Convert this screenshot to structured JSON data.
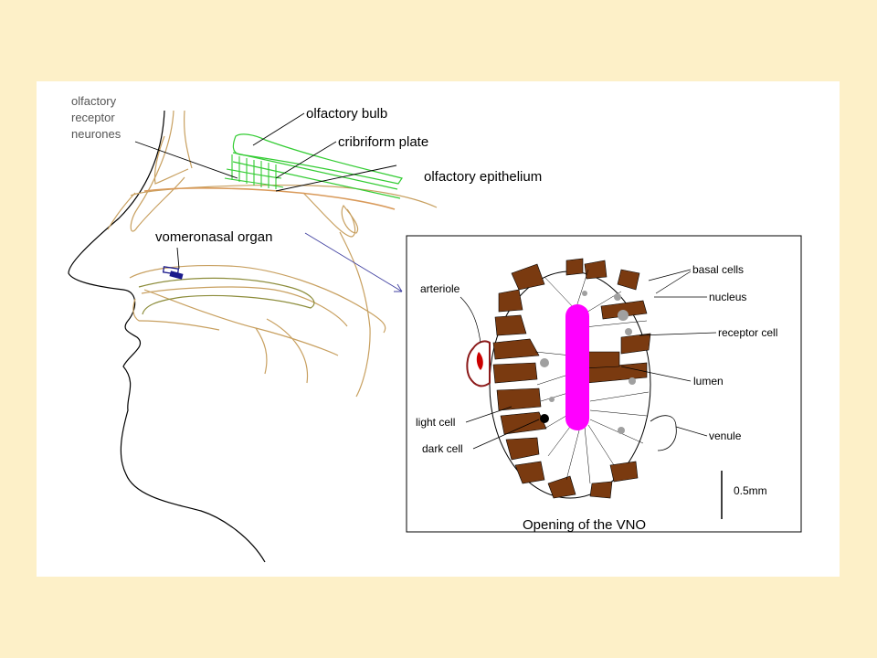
{
  "labels": {
    "olfactory_receptor_neurones": [
      "olfactory",
      "receptor",
      "neurones"
    ],
    "olfactory_bulb": "olfactory bulb",
    "cribriform_plate": "cribriform plate",
    "olfactory_epithelium": "olfactory epithelium",
    "vomeronasal_organ": "vomeronasal organ"
  },
  "inset": {
    "arteriole": "arteriole",
    "basal_cells": "basal cells",
    "nucleus": "nucleus",
    "receptor_cell": "receptor cell",
    "lumen": "lumen",
    "venule": "venule",
    "light_cell": "light cell",
    "dark_cell": "dark cell",
    "scale": "0.5mm",
    "caption": "Opening of the VNO"
  },
  "colors": {
    "page_background": "#fdf0c8",
    "slide_background": "#ffffff",
    "bone_tan": "#c8a060",
    "olfactory_green": "#33cc33",
    "lumen_magenta": "#ff00ff",
    "dark_cell_brown": "#7a3a10",
    "arteriole_red": "#cc0000",
    "vno_blue": "#1a1a8c"
  }
}
